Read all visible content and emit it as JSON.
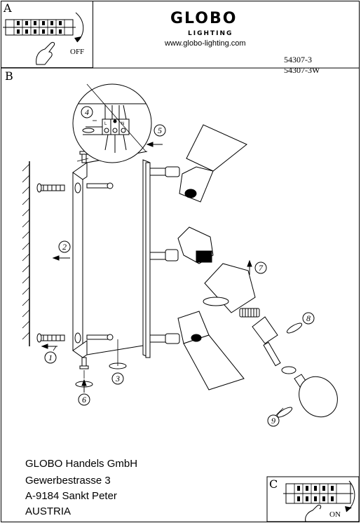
{
  "panel_a": {
    "letter": "A",
    "switch_label": "OFF"
  },
  "panel_b": {
    "letter": "B"
  },
  "panel_c": {
    "letter": "C",
    "switch_label": "ON"
  },
  "brand": {
    "name": "GLOBO",
    "sub": "LIGHTING",
    "url": "www.globo-lighting.com"
  },
  "models": [
    "54307-3",
    "54307-3W"
  ],
  "terminal_labels": [
    "L",
    "N"
  ],
  "steps": [
    "1",
    "2",
    "3",
    "4",
    "5",
    "6",
    "7",
    "8",
    "9"
  ],
  "address": {
    "line1": "GLOBO Handels GmbH",
    "line2": "Gewerbestrasse 3",
    "line3": "A-9184 Sankt Peter",
    "line4": "AUSTRIA"
  }
}
